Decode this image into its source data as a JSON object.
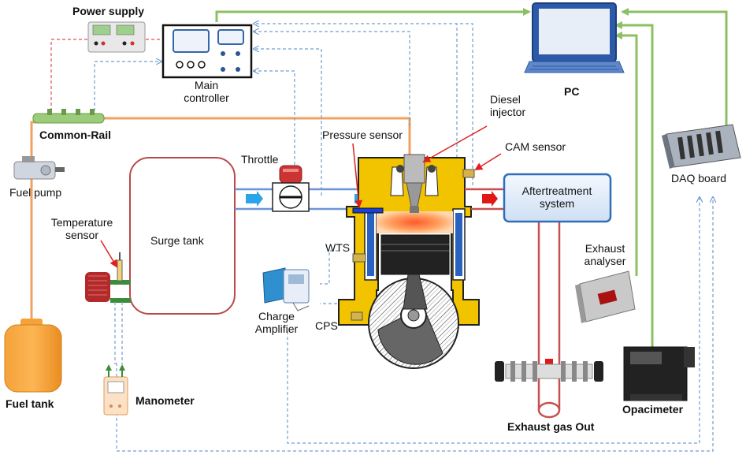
{
  "labels": {
    "power_supply": "Power supply",
    "main_controller": "Main\ncontroller",
    "pc": "PC",
    "common_rail": "Common-Rail",
    "fuel_pump": "Fuel pump",
    "diesel_injector": "Diesel\ninjector",
    "cam_sensor": "CAM sensor",
    "daq_board": "DAQ board",
    "throttle": "Throttle",
    "pressure_sensor": "Pressure sensor",
    "aftertreatment": "Aftertreatment\nsystem",
    "temperature_sensor": "Temperature\nsensor",
    "surge_tank": "Surge  tank",
    "wts": "WTS",
    "exhaust_analyser": "Exhaust\nanalyser",
    "charge_amplifier": "Charge\nAmplifier",
    "cps": "CPS",
    "fuel_tank": "Fuel tank",
    "manometer": "Manometer",
    "opacimeter": "Opacimeter",
    "exhaust_gas_out": "Exhaust gas Out"
  },
  "colors": {
    "fuel_line": "#f0a060",
    "signal_green": "#8cc063",
    "control_blue_dash": "#6f9fd0",
    "power_red_dash": "#e05050",
    "intake": "#5b7fc0",
    "exhaust_red": "#c85050",
    "engine_yellow": "#f2c400",
    "aftertreatment_fill": "#dce9f8",
    "aftertreatment_border": "#2f6fb8",
    "fuel_tank": "#f7a030"
  }
}
